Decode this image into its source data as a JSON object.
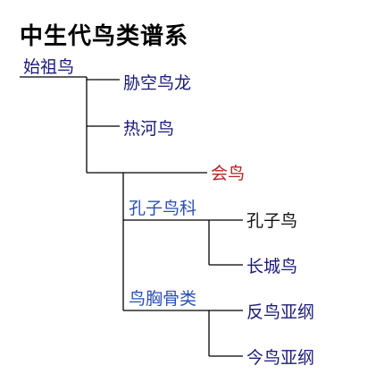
{
  "title": "中生代鸟类谱系",
  "colors": {
    "navy": "#1a1a7a",
    "red": "#b22222",
    "blue": "#2a4fb5",
    "black": "#111111"
  },
  "nodes": {
    "root": "始祖鸟",
    "xiekong": "胁空鸟龙",
    "rehe": "热河鸟",
    "huiniao": "会鸟",
    "kongziniao_ke": "孔子鸟科",
    "kongziniao": "孔子鸟",
    "changcheng": "长城鸟",
    "niaoxiong": "鸟胸骨类",
    "fanniao": "反鸟亚纲",
    "jinniao": "今鸟亚纲"
  }
}
